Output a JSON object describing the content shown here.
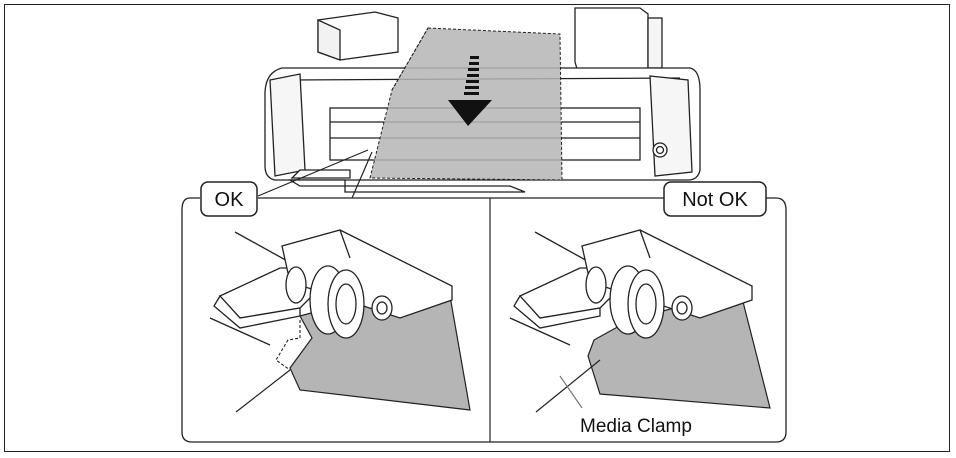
{
  "labels": {
    "ok": "OK",
    "not_ok": "Not OK",
    "media_clamp": "Media Clamp"
  },
  "colors": {
    "media_gray": "#b5b5b5",
    "line": "#222222",
    "background": "#ffffff"
  }
}
